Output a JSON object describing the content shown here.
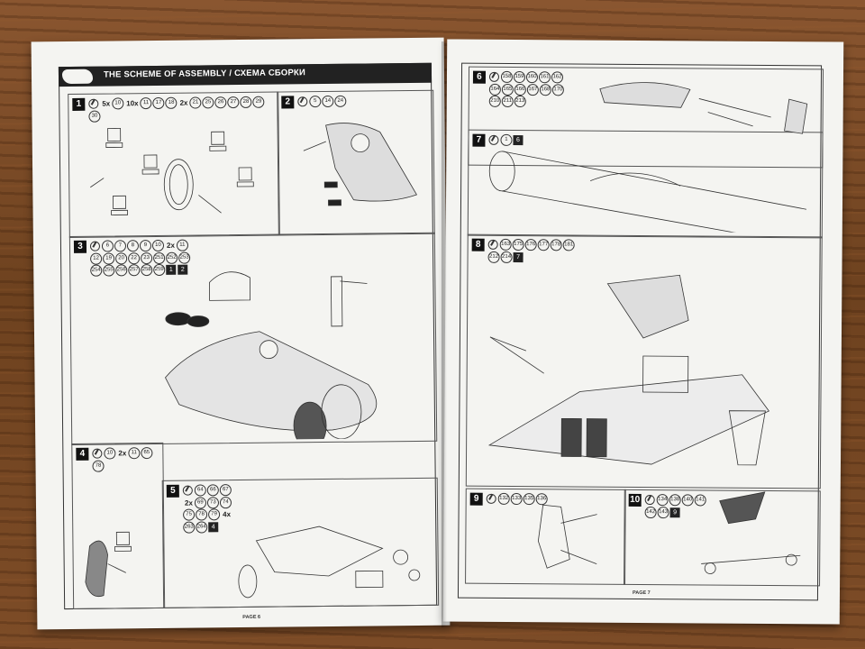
{
  "left_page": {
    "header_title": "THE SCHEME OF ASSEMBLY / СХЕМА СБОРКИ",
    "page_label": "PAGE 6",
    "steps": [
      {
        "num": "1",
        "parts": [
          {
            "m": "5x"
          },
          {
            "c": "10"
          },
          {
            "m": "10x"
          },
          {
            "c": "11"
          },
          {
            "c": "17"
          },
          {
            "c": "18"
          },
          {
            "m": "2x"
          },
          {
            "c": "21"
          },
          {
            "c": "25"
          },
          {
            "c": "26"
          },
          {
            "c": "27"
          },
          {
            "c": "28"
          },
          {
            "c": "29"
          },
          {
            "c": "30"
          }
        ]
      },
      {
        "num": "2",
        "parts": [
          {
            "c": "5"
          },
          {
            "c": "14"
          },
          {
            "c": "24"
          }
        ]
      },
      {
        "num": "3",
        "parts": [
          {
            "c": "6"
          },
          {
            "c": "7"
          },
          {
            "c": "8"
          },
          {
            "c": "9"
          },
          {
            "c": "10"
          },
          {
            "m": "2x"
          },
          {
            "c": "11"
          },
          {
            "c": "12"
          },
          {
            "c": "19"
          },
          {
            "c": "20"
          },
          {
            "c": "22"
          },
          {
            "c": "23"
          },
          {
            "c": "251"
          },
          {
            "c": "252"
          },
          {
            "c": "253"
          },
          {
            "c": "254"
          },
          {
            "c": "255"
          },
          {
            "c": "256"
          },
          {
            "c": "257"
          },
          {
            "c": "258"
          },
          {
            "c": "259"
          },
          {
            "s": "1"
          },
          {
            "s": "2"
          }
        ]
      },
      {
        "num": "4",
        "parts": [
          {
            "c": "10"
          },
          {
            "m": "2x"
          },
          {
            "c": "11"
          },
          {
            "c": "65"
          },
          {
            "c": "78"
          }
        ]
      },
      {
        "num": "5",
        "parts": [
          {
            "c": "64"
          },
          {
            "c": "66"
          },
          {
            "c": "67"
          },
          {
            "m": "2x"
          },
          {
            "c": "69"
          },
          {
            "c": "73"
          },
          {
            "c": "74"
          },
          {
            "c": "75"
          },
          {
            "c": "78"
          },
          {
            "c": "79"
          },
          {
            "m": "4x"
          },
          {
            "c": "263"
          },
          {
            "c": "264"
          },
          {
            "s": "4"
          }
        ]
      }
    ]
  },
  "right_page": {
    "page_label": "PAGE 7",
    "steps": [
      {
        "num": "6",
        "parts": [
          {
            "c": "158"
          },
          {
            "c": "159"
          },
          {
            "c": "160"
          },
          {
            "c": "161"
          },
          {
            "c": "162"
          },
          {
            "c": "164"
          },
          {
            "c": "165"
          },
          {
            "c": "166"
          },
          {
            "c": "167"
          },
          {
            "c": "168"
          },
          {
            "c": "170"
          },
          {
            "c": "210"
          },
          {
            "c": "211"
          },
          {
            "c": "213"
          }
        ]
      },
      {
        "num": "7",
        "parts": [
          {
            "c": "1"
          },
          {
            "s": "6"
          }
        ]
      },
      {
        "num": "8",
        "parts": [
          {
            "c": "163"
          },
          {
            "c": "175"
          },
          {
            "c": "176"
          },
          {
            "c": "177"
          },
          {
            "c": "178"
          },
          {
            "c": "181"
          },
          {
            "c": "212"
          },
          {
            "c": "214"
          },
          {
            "s": "7"
          }
        ]
      },
      {
        "num": "9",
        "parts": [
          {
            "c": "132"
          },
          {
            "c": "133"
          },
          {
            "c": "135"
          },
          {
            "c": "136"
          }
        ]
      },
      {
        "num": "10",
        "parts": [
          {
            "c": "134"
          },
          {
            "c": "138"
          },
          {
            "c": "140"
          },
          {
            "c": "141"
          },
          {
            "c": "142"
          },
          {
            "c": "143"
          },
          {
            "s": "9"
          }
        ]
      }
    ]
  }
}
